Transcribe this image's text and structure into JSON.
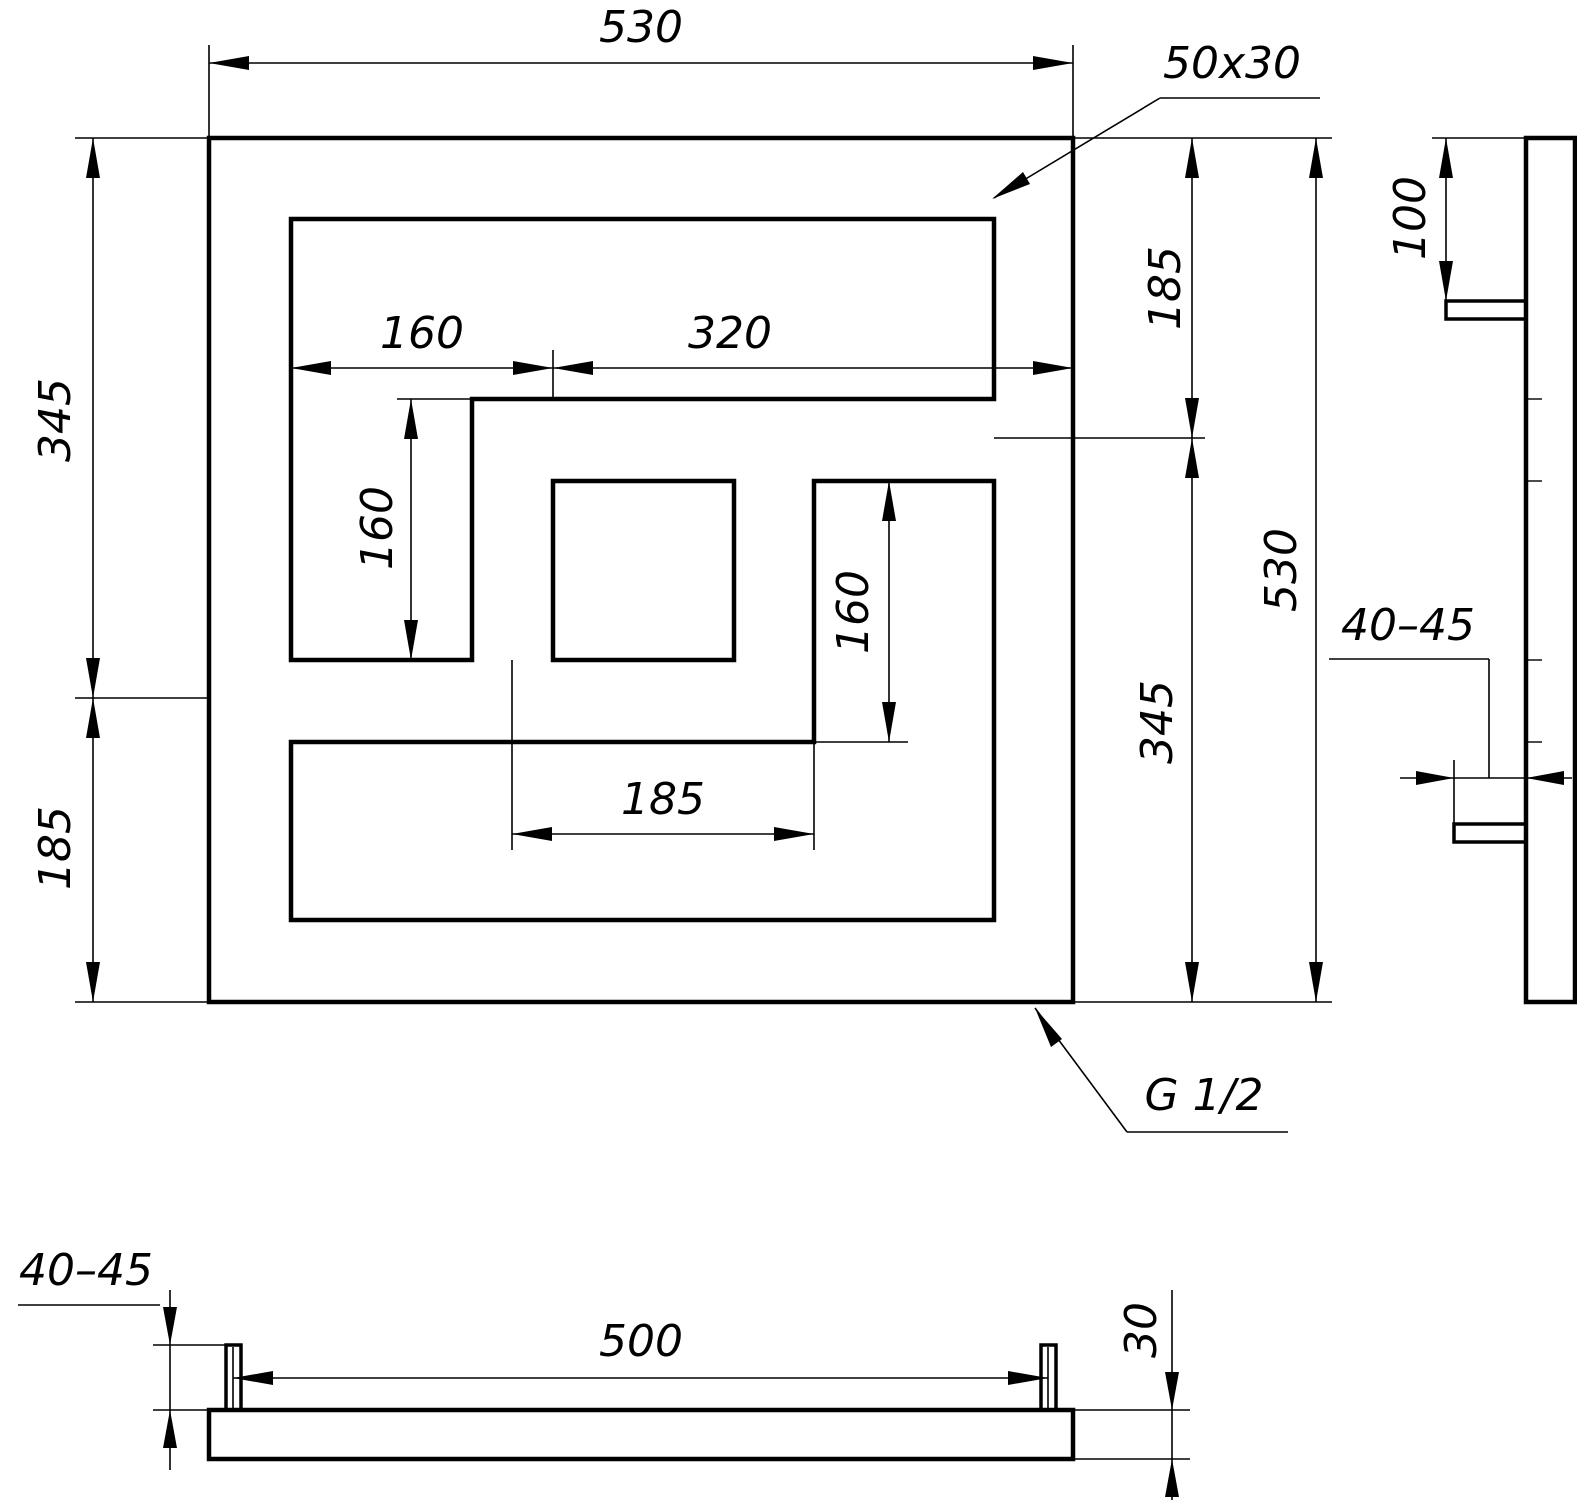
{
  "front_view": {
    "overall_width": "530",
    "overall_height": "530",
    "left_upper": "345",
    "left_lower": "185",
    "right_upper": "185",
    "right_lower": "345",
    "top_left_width": "160",
    "top_right_width": "320",
    "left_inner_height": "160",
    "right_inner_height": "160",
    "bottom_inner_width": "185",
    "profile": "50x30",
    "thread": "G 1/2"
  },
  "side_view": {
    "top_offset": "100",
    "mount_depth": "40–45"
  },
  "bottom_view": {
    "mount_depth": "40–45",
    "axis_distance": "500",
    "thickness": "30"
  }
}
